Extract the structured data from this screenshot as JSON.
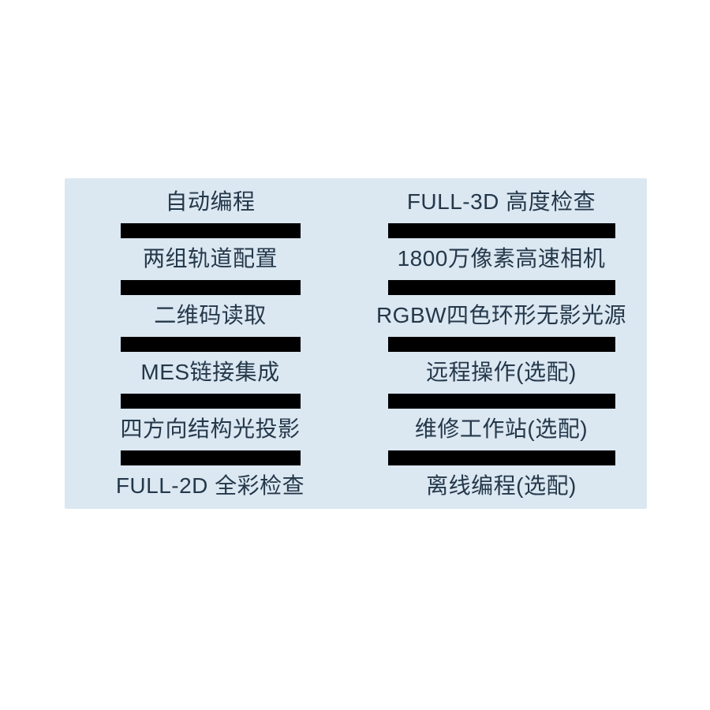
{
  "panel": {
    "background": "#dbe7f1",
    "text_color": "#24384a",
    "bar_color": "#000000"
  },
  "columns": {
    "left": {
      "items": [
        "自动编程",
        "两组轨道配置",
        "二维码读取",
        "MES链接集成",
        "四方向结构光投影",
        "FULL-2D 全彩检查"
      ]
    },
    "right": {
      "items": [
        "FULL-3D 高度检查",
        "1800万像素高速相机",
        "RGBW四色环形无影光源",
        "远程操作(选配)",
        "维修工作站(选配)",
        "离线编程(选配)"
      ]
    }
  }
}
